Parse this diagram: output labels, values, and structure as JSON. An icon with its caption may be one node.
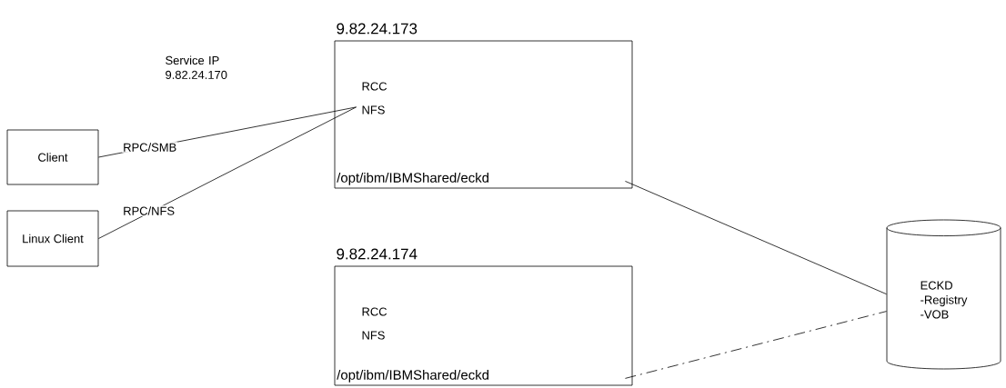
{
  "diagram": {
    "nodes": [
      {
        "text": [
          "Client"
        ]
      },
      {
        "text": [
          "Linux Client"
        ]
      },
      {
        "text": [
          "9.82.24.173",
          "RCC",
          "NFS",
          "/opt/ibm/IBMShared/eckd"
        ]
      },
      {
        "text": [
          "9.82.24.174",
          "RCC",
          "NFS",
          "/opt/ibm/IBMShared/eckd"
        ]
      },
      {
        "text": [
          "ECKD",
          "-Registry",
          "-VOB"
        ]
      }
    ],
    "edges": [
      {
        "from": 0,
        "to": 2,
        "arrow": "none",
        "label": "RPC/SMB"
      },
      {
        "from": 1,
        "to": 2,
        "arrow": "none",
        "label": "RPC/NFS"
      },
      {
        "from": 2,
        "to": 4,
        "arrow": "none"
      },
      {
        "from": 3,
        "to": 4,
        "arrow": "none",
        "style": "dashed"
      }
    ],
    "labels": [
      "Service IP 9.82.24.170"
    ]
  }
}
